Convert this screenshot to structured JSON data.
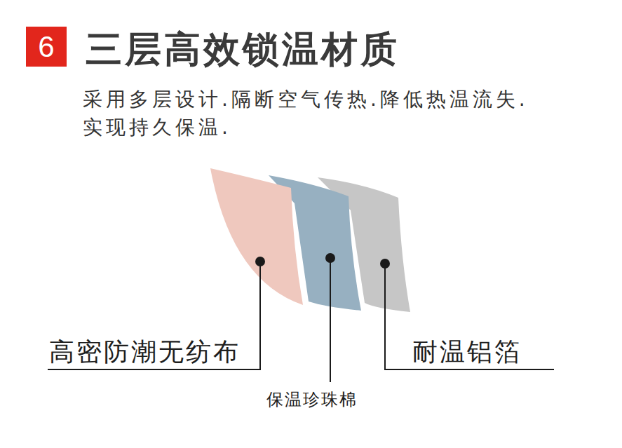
{
  "diagram": {
    "title": "三层高效锁温材质",
    "nodes": [
      {
        "text": [
          "6"
        ]
      }
    ],
    "labels": [
      "采用多层设计.隔断空气传热.降低热温流失.实现持久保温.",
      "高密防潮无纺布",
      "保温珍珠棉",
      "耐温铝箔"
    ]
  }
}
